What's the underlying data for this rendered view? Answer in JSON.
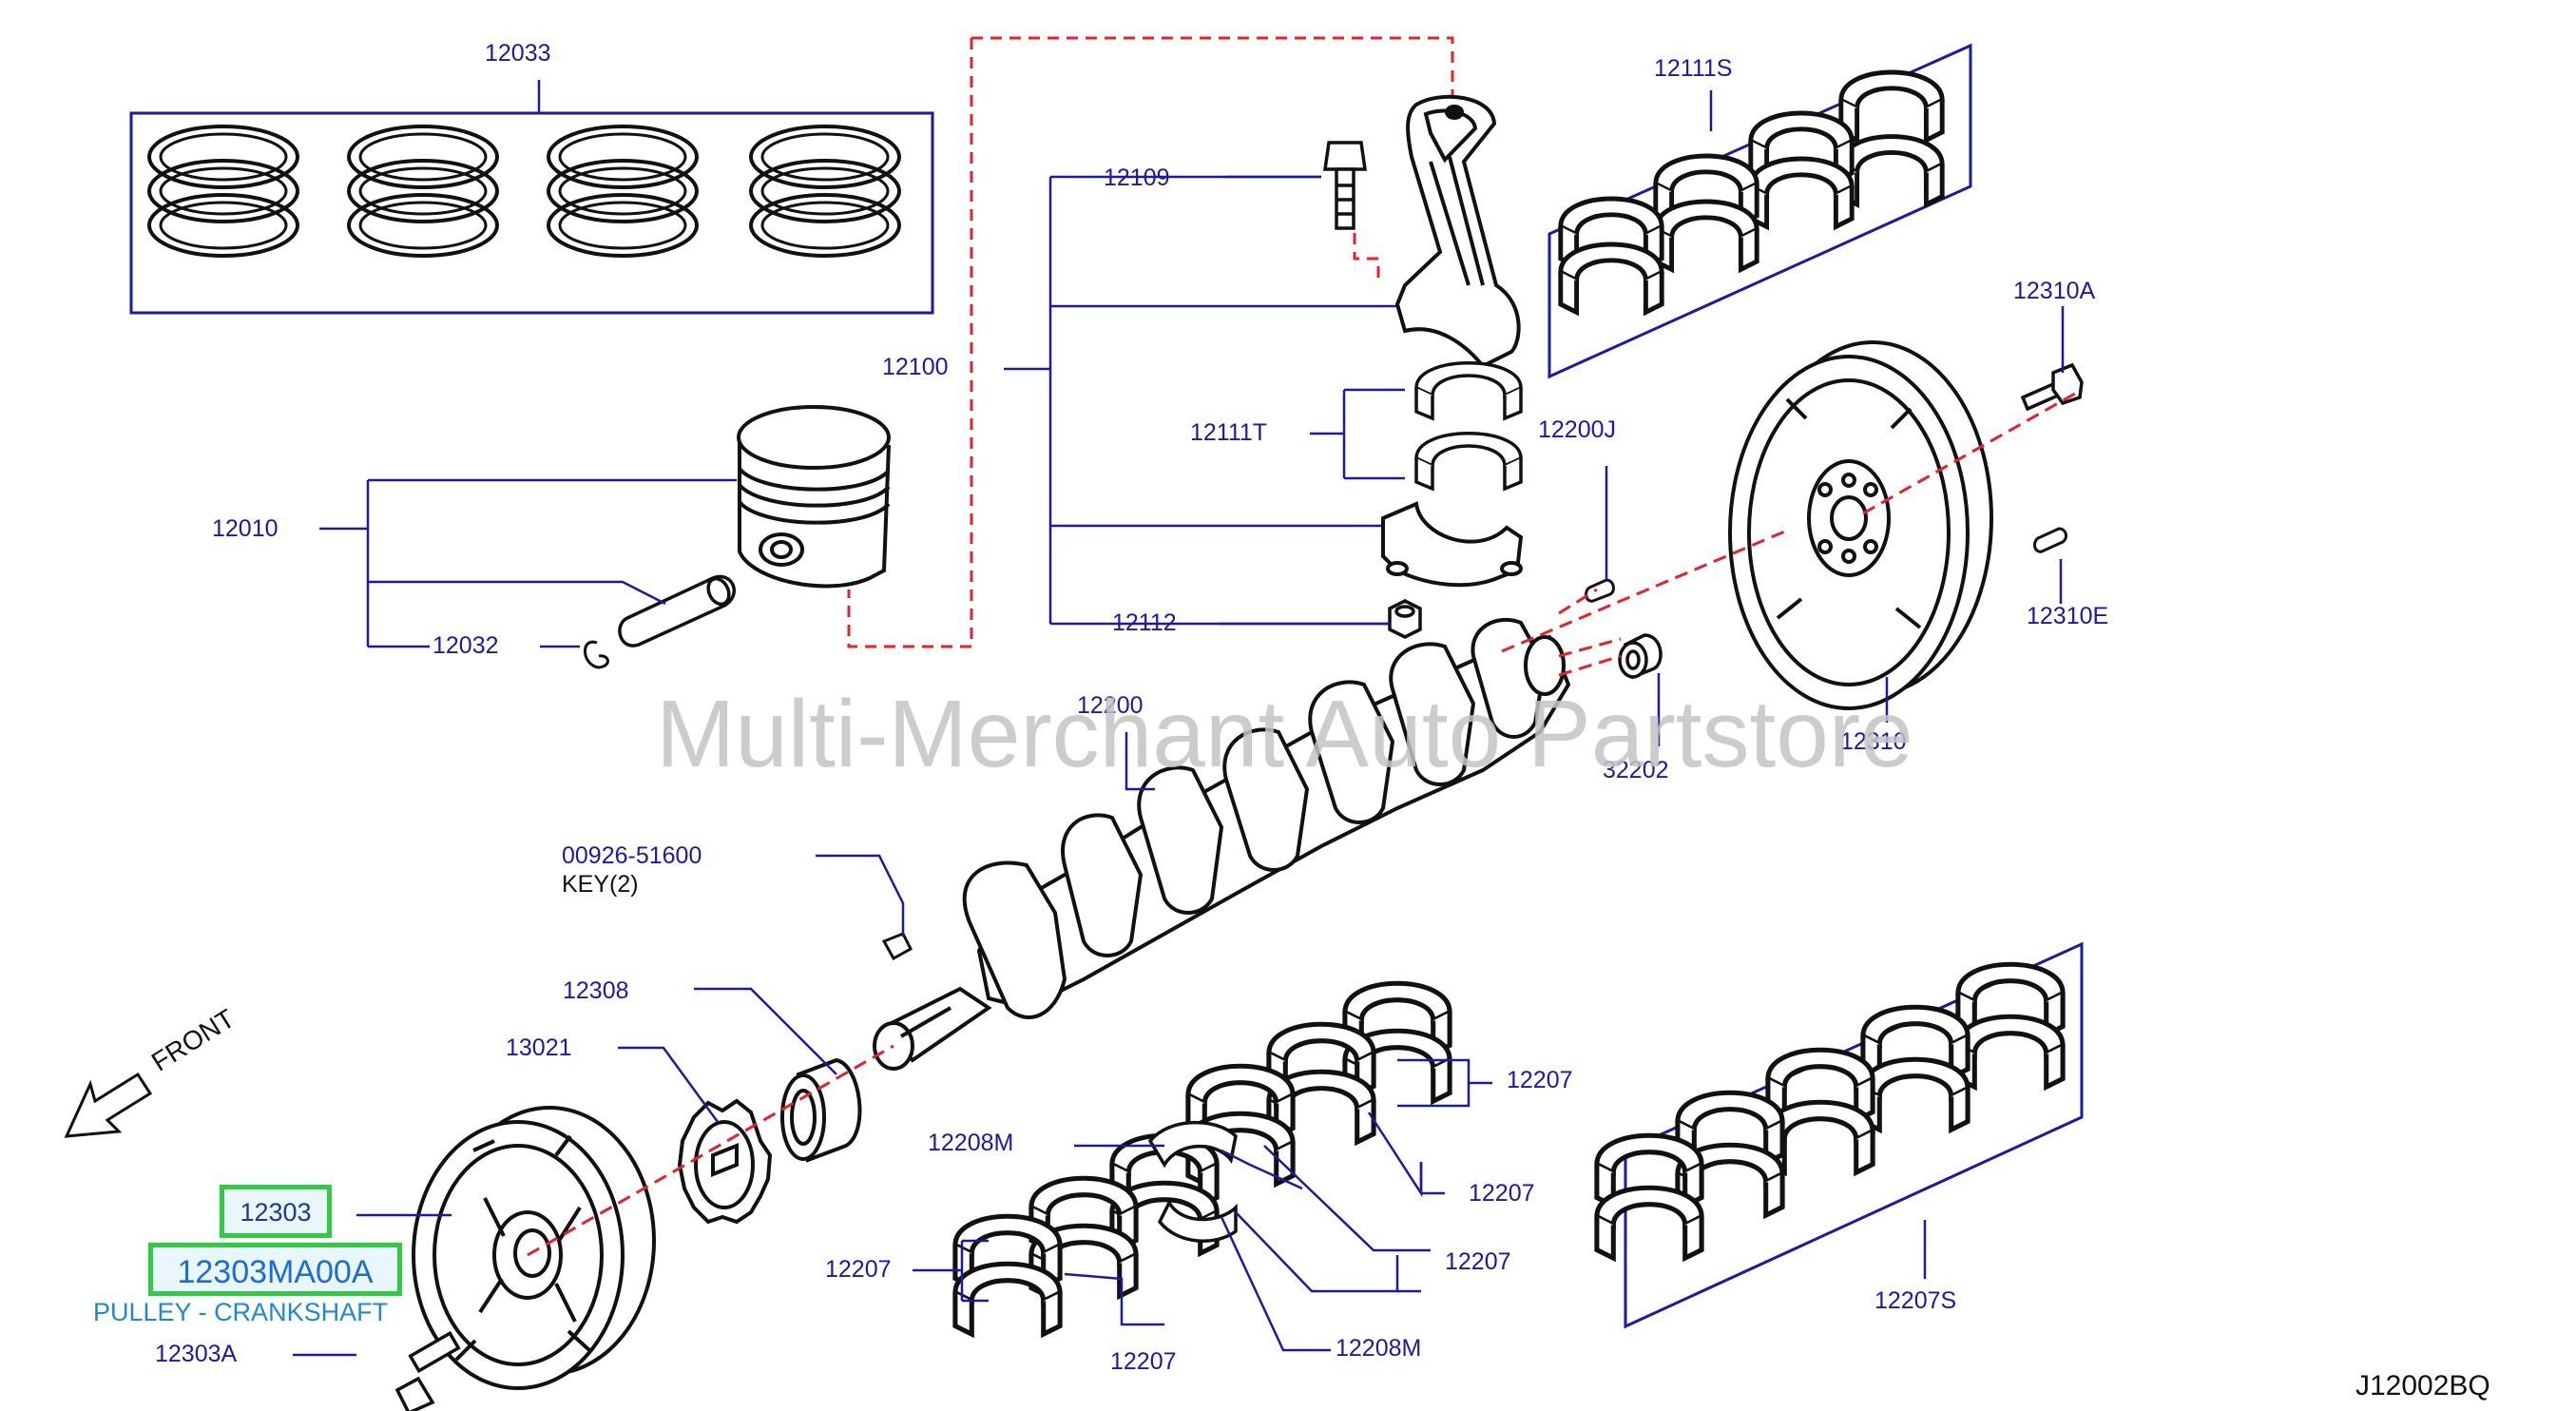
{
  "labels": {
    "l12033": "12033",
    "l12109": "12109",
    "l12111S": "12111S",
    "l12100": "12100",
    "l12111T": "12111T",
    "l12310A": "12310A",
    "l12200J": "12200J",
    "l12010": "12010",
    "l12032": "12032",
    "l12112": "12112",
    "l12310E": "12310E",
    "l12200": "12200",
    "l12310": "12310",
    "l32202": "32202",
    "l00926": "00926-51600",
    "lkey": "KEY(2)",
    "l12308": "12308",
    "l13021": "13021",
    "l12207a": "12207",
    "l12208Ma": "12208M",
    "l12207b": "12207",
    "l12207c": "12207",
    "l12207d": "12207",
    "l12207e": "12207",
    "l12208Mb": "12208M",
    "l12207S": "12207S",
    "l12303A": "12303A",
    "front": "FRONT",
    "code": "J12002BQ"
  },
  "highlight": {
    "part": "12303",
    "partnumber": "12303MA00A",
    "description": "PULLEY - CRANKSHAFT"
  },
  "watermark": "Multi-Merchant Auto Partstore",
  "colors": {
    "leader": "#1a1aa8",
    "part_line": "#111111",
    "dashed": "#e8202a",
    "highlight_border": "#2ecc40",
    "highlight_text": "#1a6cd6",
    "watermark": "#c4c4c4"
  }
}
